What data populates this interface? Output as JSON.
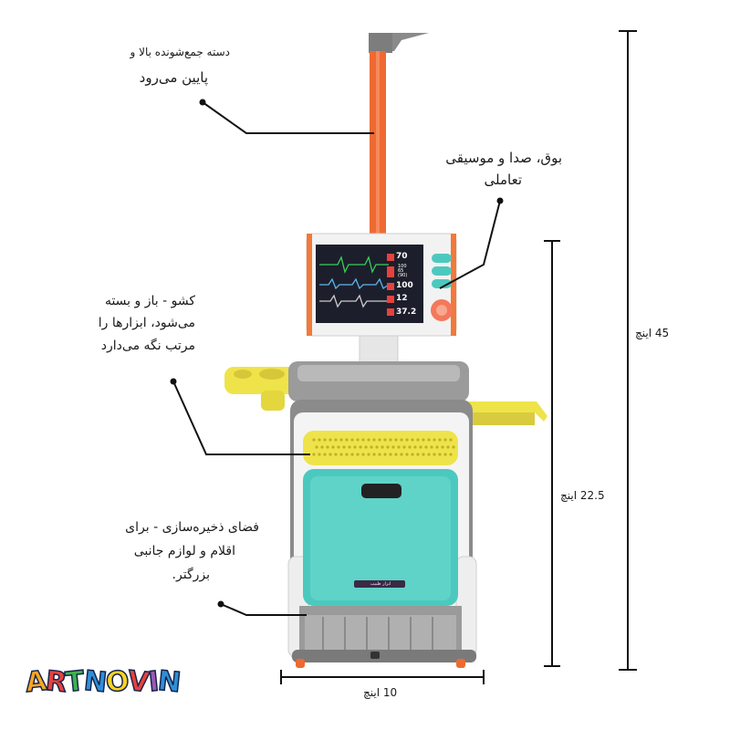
{
  "callouts": {
    "handle": {
      "line1": "دسته جمع‌شونده بالا و",
      "line2": "پایین می‌رود"
    },
    "sound": {
      "line1": "بوق، صدا و موسیقی",
      "line2": "تعاملی"
    },
    "drawer": {
      "line1": "کشو - باز و بسته",
      "line2": "می‌شود، ابزارها را",
      "line3": "مرتب نگه می‌دارد"
    },
    "storage": {
      "line1": "فضای ذخیره‌سازی - برای",
      "line2": "اقلام و لوازم جانبی",
      "line3": "بزرگتر."
    }
  },
  "dimensions": {
    "total_height": "45 اینچ",
    "body_height": "22.5 اینچ",
    "width": "10 اینچ"
  },
  "monitor": {
    "hr": "70",
    "bp_top": "100",
    "bp_mid": "65",
    "bp_bot": "(90)",
    "spo2": "100",
    "resp": "12",
    "temp": "37.2"
  },
  "drawer_tag": "ابزار طبیب",
  "brand": {
    "letters": [
      "A",
      "R",
      "T",
      "N",
      "O",
      "V",
      "I",
      "N"
    ],
    "colors": [
      "#f6a623",
      "#e8413c",
      "#3cb44b",
      "#2d8fd8",
      "#f6d323",
      "#e8413c",
      "#9b59b6",
      "#2d8fd8"
    ]
  },
  "colors": {
    "pole": "#ee6a32",
    "teal": "#4cc9be",
    "yellow": "#efe34a",
    "gray": "#8b8b8b",
    "monitor_accent": "#f07a3a"
  }
}
